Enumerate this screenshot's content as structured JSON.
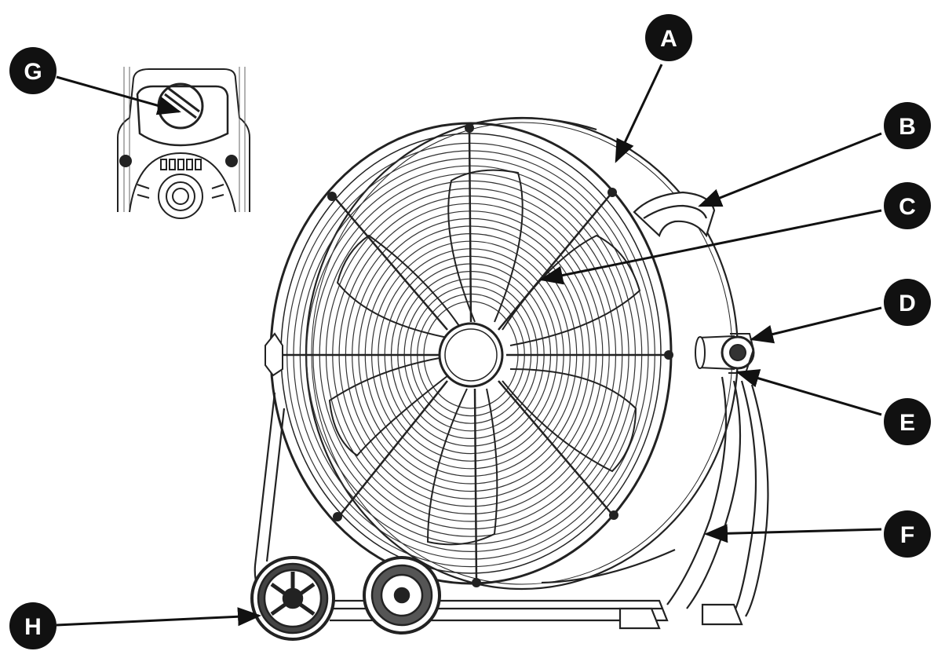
{
  "diagram": {
    "callouts": [
      {
        "id": "G",
        "label": "G"
      },
      {
        "id": "A",
        "label": "A"
      },
      {
        "id": "B",
        "label": "B"
      },
      {
        "id": "C",
        "label": "C"
      },
      {
        "id": "D",
        "label": "D"
      },
      {
        "id": "E",
        "label": "E"
      },
      {
        "id": "F",
        "label": "F"
      },
      {
        "id": "H",
        "label": "H"
      }
    ],
    "colors": {
      "line": "#1a1a1a",
      "callout_fill": "#111111",
      "callout_text": "#ffffff",
      "background": "#ffffff"
    }
  }
}
